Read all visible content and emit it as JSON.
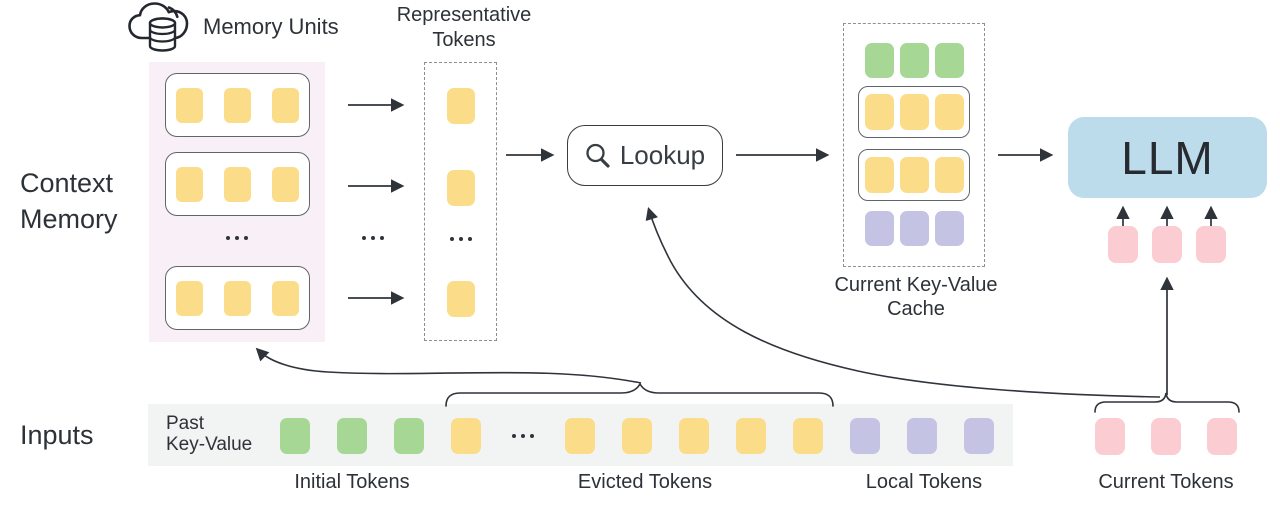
{
  "colors": {
    "green": "#a7d794",
    "yellow": "#fbdc88",
    "purple": "#c5c3e3",
    "pink": "#fbccd1",
    "llm_blue": "#bcdcec",
    "memory_bg": "#f9eff7",
    "strip_bg": "#f2f4f4",
    "line": "#2f343b"
  },
  "labels": {
    "context_memory": {
      "line1": "Context",
      "line2": "Memory"
    },
    "memory_units": "Memory Units",
    "representative_tokens": {
      "line1": "Representative",
      "line2": "Tokens"
    },
    "lookup": "Lookup",
    "current_kv_cache": {
      "line1": "Current Key-Value",
      "line2": "Cache"
    },
    "llm": "LLM",
    "inputs": "Inputs",
    "past_key_value": {
      "line1": "Past",
      "line2": "Key-Value"
    },
    "initial_tokens": "Initial Tokens",
    "evicted_tokens": "Evicted Tokens",
    "local_tokens": "Local Tokens",
    "current_tokens": "Current Tokens"
  },
  "memory": {
    "units_shown": 3,
    "has_ellipsis": true,
    "unit_tokens": [
      "yellow",
      "yellow",
      "yellow"
    ]
  },
  "representative": {
    "tokens_shown": 3,
    "has_ellipsis": true,
    "token": [
      "yellow"
    ]
  },
  "cache": {
    "row_initial": [
      "green",
      "green",
      "green"
    ],
    "row_unit": [
      "yellow",
      "yellow",
      "yellow"
    ],
    "row_local": [
      "purple",
      "purple",
      "purple"
    ]
  },
  "llm_input_tokens": [
    "pink",
    "pink",
    "pink"
  ],
  "past_row": [
    "green",
    "green",
    "green",
    "yellow",
    "dots",
    "yellow",
    "yellow",
    "yellow",
    "yellow",
    "yellow",
    "purple",
    "purple",
    "purple"
  ],
  "current_row": [
    "pink",
    "pink",
    "pink"
  ]
}
